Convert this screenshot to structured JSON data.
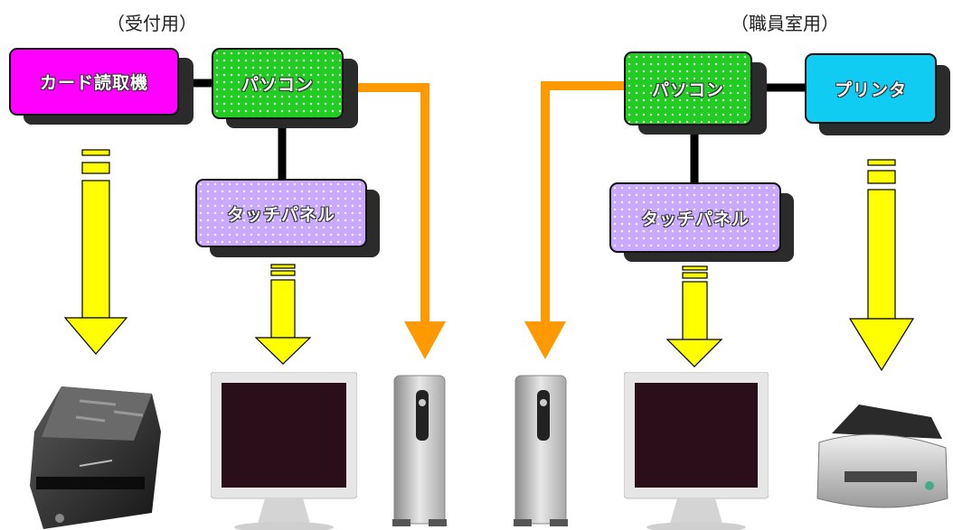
{
  "captions": {
    "reception": "（受付用）",
    "staff_room": "（職員室用）"
  },
  "reception": {
    "card_reader": "カード読取機",
    "pc": "パソコン",
    "touch_panel": "タッチパネル"
  },
  "staff": {
    "pc": "パソコン",
    "printer": "プリンタ",
    "touch_panel": "タッチパネル"
  },
  "colors": {
    "card_reader": "#ff00ff",
    "pc": "#22cc22",
    "touch_panel": "#c9a8ff",
    "printer": "#11ccf2",
    "arrow_yellow": "#ffff00",
    "arrow_orange": "#ff9900",
    "connector": "#000000"
  },
  "devices": [
    "card-reader-device",
    "monitor",
    "pc-tower",
    "printer-device"
  ]
}
